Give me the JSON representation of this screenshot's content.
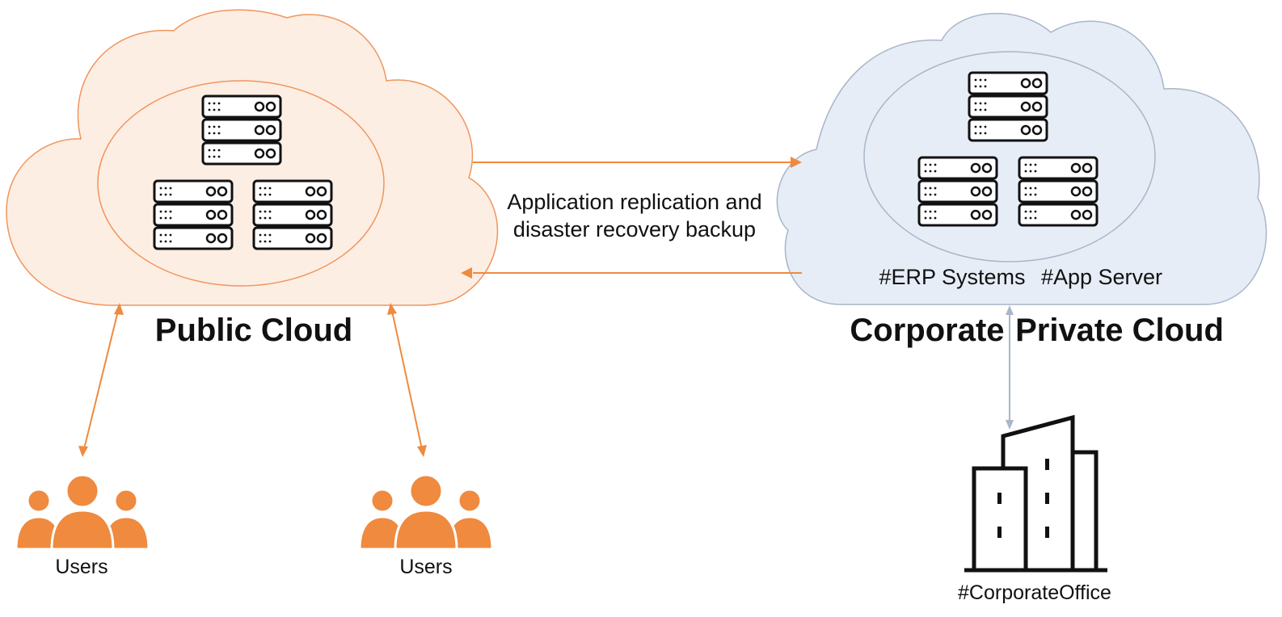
{
  "diagram": {
    "public_cloud": {
      "label": "Public Cloud",
      "fill": "#fdeee4",
      "stroke": "#f0955c"
    },
    "private_cloud": {
      "label_part1": "Corporate",
      "label_part2": "Private Cloud",
      "fill": "#e6edf7",
      "stroke": "#a9b6c7",
      "tags": [
        "#ERP Systems",
        "#App Server"
      ]
    },
    "replication": {
      "line1": "Application replication and",
      "line2": "disaster recovery backup"
    },
    "user_groups": [
      {
        "label": "Users"
      },
      {
        "label": "Users"
      }
    ],
    "office": {
      "label": "#CorporateOffice"
    },
    "colors": {
      "accent_orange": "#ef8a3f",
      "connector_gray": "#a9b6c7",
      "icon_black": "#111111"
    },
    "icons": [
      "server-stack-icon",
      "users-icon",
      "building-icon"
    ]
  }
}
